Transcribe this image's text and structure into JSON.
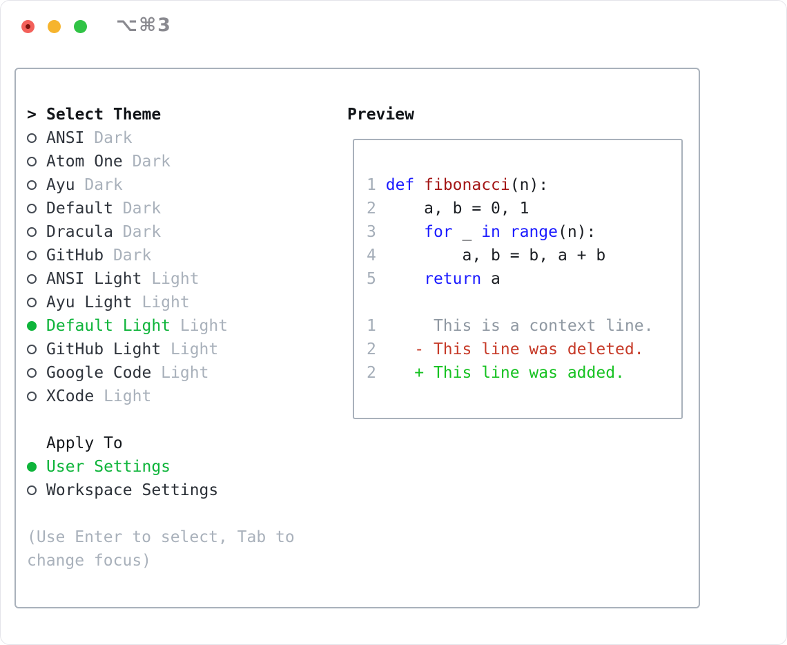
{
  "titlebar": {
    "title": "⌥⌘3",
    "buttons": [
      "close",
      "minimize",
      "maximize"
    ]
  },
  "theme_selector": {
    "prompt": ">",
    "title": "Select Theme",
    "themes": [
      {
        "name": "ANSI",
        "variant": "Dark",
        "selected": false
      },
      {
        "name": "Atom One",
        "variant": "Dark",
        "selected": false
      },
      {
        "name": "Ayu",
        "variant": "Dark",
        "selected": false
      },
      {
        "name": "Default",
        "variant": "Dark",
        "selected": false
      },
      {
        "name": "Dracula",
        "variant": "Dark",
        "selected": false
      },
      {
        "name": "GitHub",
        "variant": "Dark",
        "selected": false
      },
      {
        "name": "ANSI Light",
        "variant": "Light",
        "selected": false
      },
      {
        "name": "Ayu Light",
        "variant": "Light",
        "selected": false
      },
      {
        "name": "Default Light",
        "variant": "Light",
        "selected": true
      },
      {
        "name": "GitHub Light",
        "variant": "Light",
        "selected": false
      },
      {
        "name": "Google Code",
        "variant": "Light",
        "selected": false
      },
      {
        "name": "XCode",
        "variant": "Light",
        "selected": false
      }
    ]
  },
  "apply_to": {
    "title": "Apply To",
    "options": [
      {
        "label": "User Settings",
        "selected": true
      },
      {
        "label": "Workspace Settings",
        "selected": false
      }
    ]
  },
  "help_text": "(Use Enter to select, Tab to change focus)",
  "preview": {
    "title": "Preview",
    "code_lines": [
      {
        "num": "1",
        "segments": [
          {
            "c": "kw",
            "t": "def"
          },
          {
            "c": "pl",
            "t": " "
          },
          {
            "c": "fn",
            "t": "fibonacci"
          },
          {
            "c": "pl",
            "t": "(n):"
          }
        ]
      },
      {
        "num": "2",
        "segments": [
          {
            "c": "pl",
            "t": "    a, b = 0, 1"
          }
        ]
      },
      {
        "num": "3",
        "segments": [
          {
            "c": "pl",
            "t": "    "
          },
          {
            "c": "kw",
            "t": "for"
          },
          {
            "c": "pl",
            "t": " _ "
          },
          {
            "c": "kw",
            "t": "in"
          },
          {
            "c": "pl",
            "t": " "
          },
          {
            "c": "kw",
            "t": "range"
          },
          {
            "c": "pl",
            "t": "(n):"
          }
        ]
      },
      {
        "num": "4",
        "segments": [
          {
            "c": "pl",
            "t": "        a, b = b, a + b"
          }
        ]
      },
      {
        "num": "5",
        "segments": [
          {
            "c": "pl",
            "t": "    "
          },
          {
            "c": "kw",
            "t": "return"
          },
          {
            "c": "pl",
            "t": " a"
          }
        ]
      },
      {
        "num": "",
        "segments": []
      },
      {
        "num": "1",
        "segments": [
          {
            "c": "ctx",
            "t": "     This is a context line."
          }
        ]
      },
      {
        "num": "2",
        "segments": [
          {
            "c": "del",
            "t": "   - This line was deleted."
          }
        ]
      },
      {
        "num": "2",
        "segments": [
          {
            "c": "add",
            "t": "   + This line was added."
          }
        ]
      }
    ]
  },
  "colors": {
    "selection_green": "#0eb43a",
    "added_green": "#17c222",
    "deleted_red": "#c63a28",
    "keyword_blue": "#1a1aff",
    "function_red": "#a31515",
    "muted_gray": "#a9b1bb",
    "text_dark": "#1b1e23",
    "border_gray": "#a9b1bb",
    "traffic_red": "#f3605a",
    "traffic_yellow": "#f6b42d",
    "traffic_green": "#30c345"
  }
}
